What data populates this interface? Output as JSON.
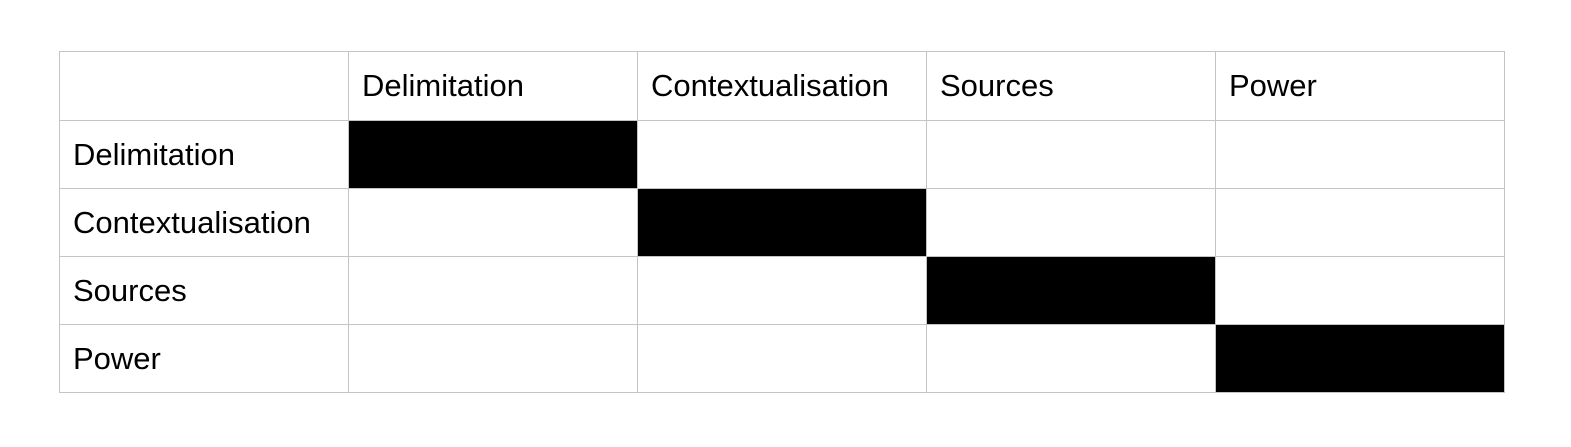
{
  "colors": {
    "border": "#c4c4c4",
    "filled_cell": "#000000",
    "text": "#000000",
    "background": "#ffffff"
  },
  "table": {
    "columns": [
      "",
      "Delimitation",
      "Contextualisation",
      "Sources",
      "Power"
    ],
    "rows": [
      {
        "label": "Delimitation",
        "cells": [
          true,
          false,
          false,
          false
        ]
      },
      {
        "label": "Contextualisation",
        "cells": [
          false,
          true,
          false,
          false
        ]
      },
      {
        "label": "Sources",
        "cells": [
          false,
          false,
          true,
          false
        ]
      },
      {
        "label": "Power",
        "cells": [
          false,
          false,
          false,
          true
        ]
      }
    ]
  }
}
